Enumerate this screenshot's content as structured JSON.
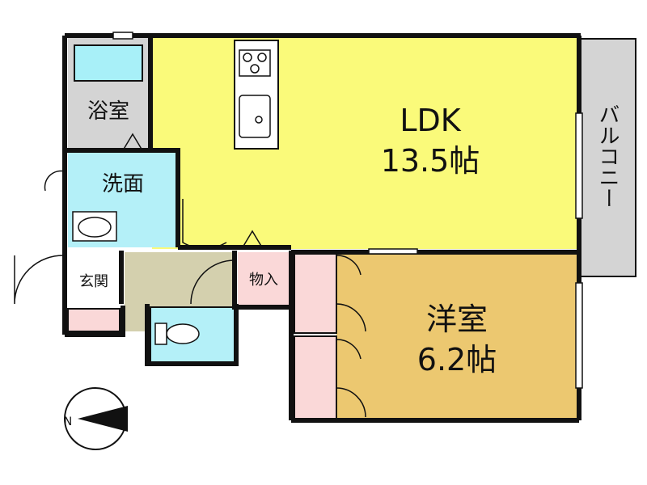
{
  "rooms": {
    "ldk": {
      "name": "LDK",
      "size": "13.5帖",
      "color": "#fafa7a"
    },
    "western": {
      "name": "洋室",
      "size": "6.2帖",
      "color": "#ecc870"
    },
    "bath": {
      "name": "浴室",
      "color": "#d4d4d4"
    },
    "washroom": {
      "name": "洗面",
      "color": "#b4f0f8"
    },
    "entrance": {
      "name": "玄関",
      "color": "#ffffff"
    },
    "storage": {
      "name": "物入",
      "color": "#fad8d8"
    },
    "balcony": {
      "name": "バルコニー",
      "color": "#d4d4d4"
    },
    "hall": {
      "color": "#d4d0ae"
    },
    "toilet": {
      "color": "#b4f0f8"
    },
    "closet": {
      "color": "#fad8d8"
    }
  },
  "compass": {
    "north": "N"
  },
  "colors": {
    "wall": "#111111"
  }
}
